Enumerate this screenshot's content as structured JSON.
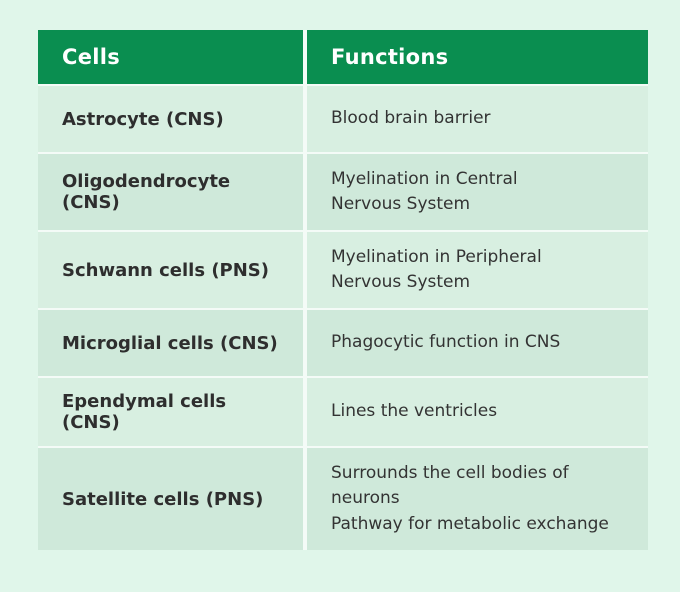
{
  "theme": {
    "page_background": "#e0f6ea",
    "header_background": "#0a8e50",
    "header_text_color": "#ffffff",
    "row_light_background": "#d8efe1",
    "row_dark_background": "#cfe9da",
    "divider_color": "#f4fbf7",
    "body_text_color": "#2e2e2e"
  },
  "chart_data": {
    "type": "table",
    "columns": [
      "Cells",
      "Functions"
    ],
    "rows": [
      [
        "Astrocyte (CNS)",
        "Blood brain barrier"
      ],
      [
        "Oligodendrocyte (CNS)",
        "Myelination in Central\nNervous System"
      ],
      [
        "Schwann cells (PNS)",
        "Myelination in Peripheral\nNervous System"
      ],
      [
        "Microglial cells (CNS)",
        "Phagocytic function in CNS"
      ],
      [
        "Ependymal cells (CNS)",
        "Lines the ventricles"
      ],
      [
        "Satellite cells (PNS)",
        "Surrounds the cell bodies of\nneurons\nPathway for metabolic exchange"
      ]
    ]
  }
}
